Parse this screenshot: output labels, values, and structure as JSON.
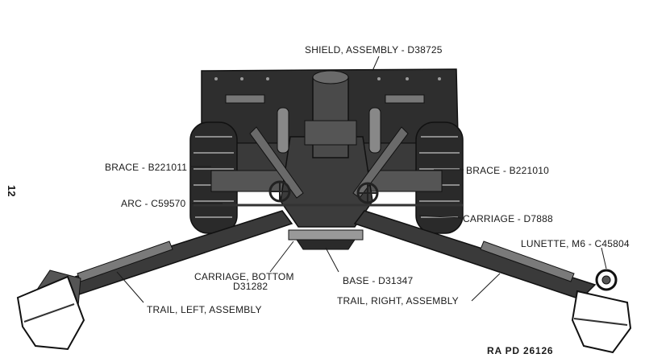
{
  "page_number": "12",
  "figure_code": "RA PD 26126",
  "labels": {
    "shield": "SHIELD, ASSEMBLY - D38725",
    "brace_left": "BRACE - B221011",
    "brace_right": "BRACE - B221010",
    "arc": "ARC - C59570",
    "carriage": "CARRIAGE - D7888",
    "lunette": "LUNETTE, M6 - C45804",
    "carriage_bottom_1": "CARRIAGE, BOTTOM",
    "carriage_bottom_2": "D31282",
    "base": "BASE - D31347",
    "trail_left": "TRAIL, LEFT, ASSEMBLY",
    "trail_right": "TRAIL, RIGHT, ASSEMBLY"
  },
  "colors": {
    "ink": "#1a1a1a",
    "dark_metal": "#2a2a2a",
    "mid_metal": "#555555",
    "light_metal": "#8a8a8a",
    "paper": "#ffffff"
  }
}
